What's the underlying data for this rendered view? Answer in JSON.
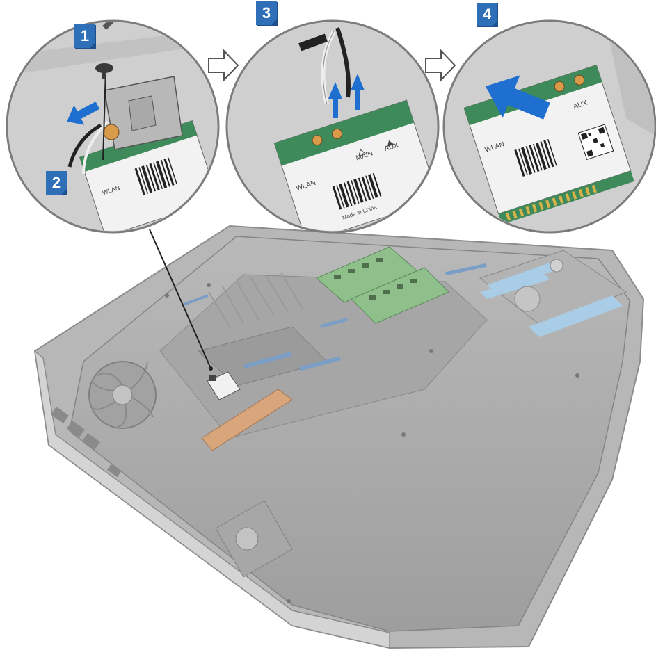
{
  "figure": {
    "steps": [
      {
        "number": "1",
        "icon": "screw-icon"
      },
      {
        "number": "2",
        "icon": "bracket-slide-arrow-icon"
      },
      {
        "number": "3",
        "icon": "cable-disconnect-arrow-icon"
      },
      {
        "number": "4",
        "icon": "card-slide-arrow-icon"
      }
    ],
    "flow_arrow_icon": "outline-right-arrow-icon",
    "card_labels": {
      "wlan": "WLAN",
      "main": "MAIN",
      "aux": "AUX",
      "made_in": "Made in China"
    },
    "colors": {
      "badge": "#2f6fb8",
      "action_arrow": "#1f6fd1",
      "card_pcb": "#3f8a5a",
      "thermal_pad": "#d9a57a",
      "blue_tape": "#a9cde6",
      "chassis": "#9a9a9a"
    }
  }
}
